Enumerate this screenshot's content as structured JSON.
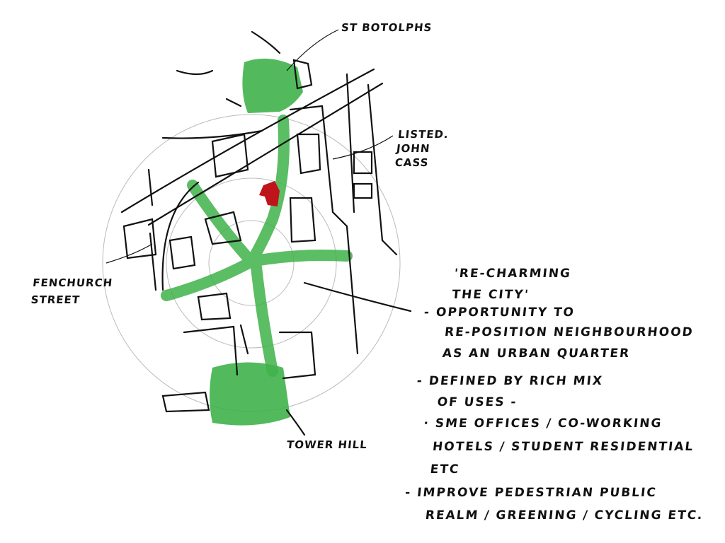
{
  "labels": {
    "st_botolphs": "St Botolphs",
    "listed_john_cass": [
      "Listed.",
      "John",
      "Cass"
    ],
    "fenchurch_street": [
      "Fenchurch",
      "Street"
    ],
    "tower_hill": "Tower Hill"
  },
  "notes": {
    "title": [
      "'Re-charming",
      "the City'"
    ],
    "lines": [
      "- Opportunity to",
      "Re-position neighbourhood",
      "as an urban quarter",
      "- Defined by rich mix",
      "of uses -",
      "· SME offices / co-working",
      "hotels / student residential",
      "etc",
      "- Improve pedestrian public",
      "realm / greening / cycling etc."
    ]
  },
  "colors": {
    "green": "#3fb24a",
    "listed_building": "#c0141c",
    "ink": "#111111"
  }
}
